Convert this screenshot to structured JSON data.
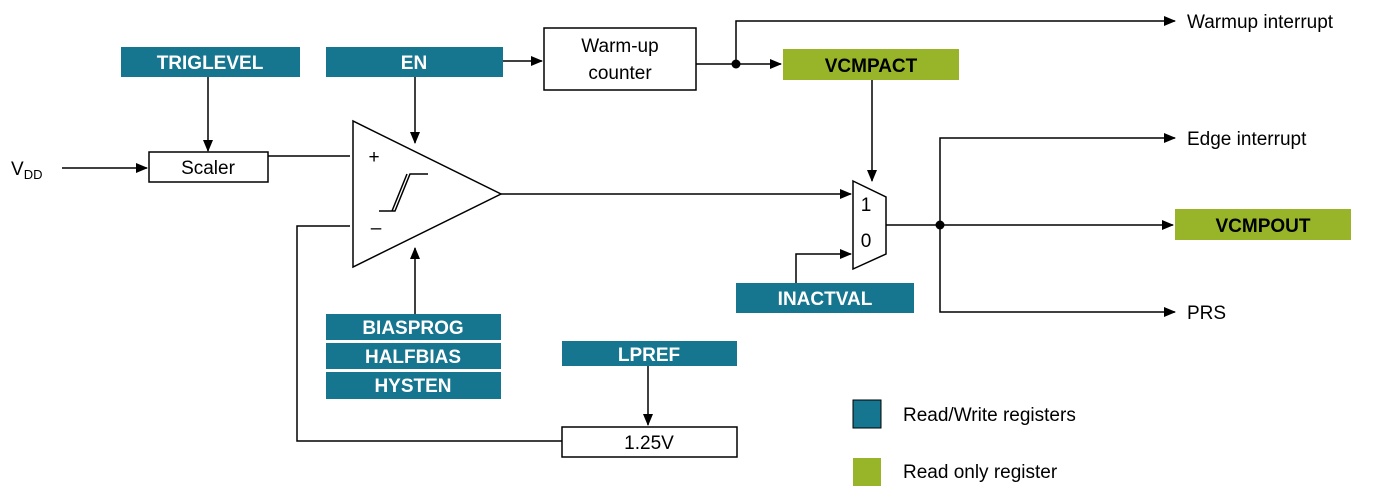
{
  "colors": {
    "read_write": "#16758f",
    "read_only": "#98b52a",
    "line": "#000000"
  },
  "inputs": {
    "vdd_main": "V",
    "vdd_sub": "DD"
  },
  "blocks": {
    "scaler": "Scaler",
    "warmup_counter_line1": "Warm-up",
    "warmup_counter_line2": "counter",
    "reference": "1.25V",
    "comparator_plus": "+",
    "comparator_minus": "–",
    "mux_one": "1",
    "mux_zero": "0"
  },
  "registers": {
    "triglevel": "TRIGLEVEL",
    "en": "EN",
    "vcmpact": "VCMPACT",
    "biasprog": "BIASPROG",
    "halfbias": "HALFBIAS",
    "hysten": "HYSTEN",
    "lpref": "LPREF",
    "inactval": "INACTVAL",
    "vcmpout": "VCMPOUT"
  },
  "outputs": {
    "warmup_interrupt": "Warmup interrupt",
    "edge_interrupt": "Edge interrupt",
    "prs": "PRS"
  },
  "legend": {
    "read_write": "Read/Write registers",
    "read_only": "Read only register"
  }
}
